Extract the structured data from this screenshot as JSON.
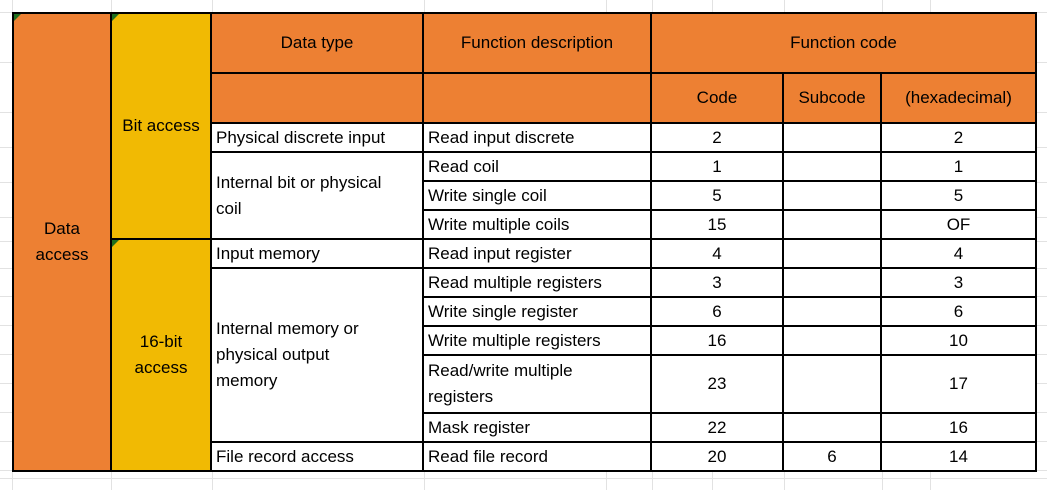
{
  "colors": {
    "header_orange": "#ED8033",
    "group_yellow": "#F1BA03",
    "error_green": "#1E6E1E",
    "border_black": "#000000",
    "gridline_gray": "#E2E2E2",
    "cell_text": "#000000"
  },
  "table": {
    "row_group": {
      "label": "Data\naccess"
    },
    "groups": [
      {
        "label": "Bit access"
      },
      {
        "label": "16-bit\naccess"
      }
    ],
    "headers": {
      "data_type": "Data type",
      "function_description": "Function description",
      "function_code": "Function code",
      "code": "Code",
      "subcode": "Subcode",
      "hexadecimal": "(hexadecimal)"
    },
    "rows": [
      {
        "data_type": "Physical discrete input",
        "desc": "Read input discrete",
        "code": "2",
        "subcode": "",
        "hex": "2"
      },
      {
        "data_type": "Internal bit or physical\ncoil",
        "desc": "Read coil",
        "code": "1",
        "subcode": "",
        "hex": "1"
      },
      {
        "desc": "Write single coil",
        "code": "5",
        "subcode": "",
        "hex": "5"
      },
      {
        "desc": "Write multiple coils",
        "code": "15",
        "subcode": "",
        "hex": "OF"
      },
      {
        "data_type": "Input memory",
        "desc": "Read input register",
        "code": "4",
        "subcode": "",
        "hex": "4"
      },
      {
        "data_type": "Internal memory or\nphysical output\nmemory",
        "desc": "Read multiple registers",
        "code": "3",
        "subcode": "",
        "hex": "3"
      },
      {
        "desc": "Write single register",
        "code": "6",
        "subcode": "",
        "hex": "6"
      },
      {
        "desc": "Write multiple registers",
        "code": "16",
        "subcode": "",
        "hex": "10"
      },
      {
        "desc": "Read/write multiple\nregisters",
        "code": "23",
        "subcode": "",
        "hex": "17"
      },
      {
        "desc": "Mask register",
        "code": "22",
        "subcode": "",
        "hex": "16"
      },
      {
        "data_type": "File record access",
        "desc": "Read file record",
        "code": "20",
        "subcode": "6",
        "hex": "14"
      }
    ]
  }
}
